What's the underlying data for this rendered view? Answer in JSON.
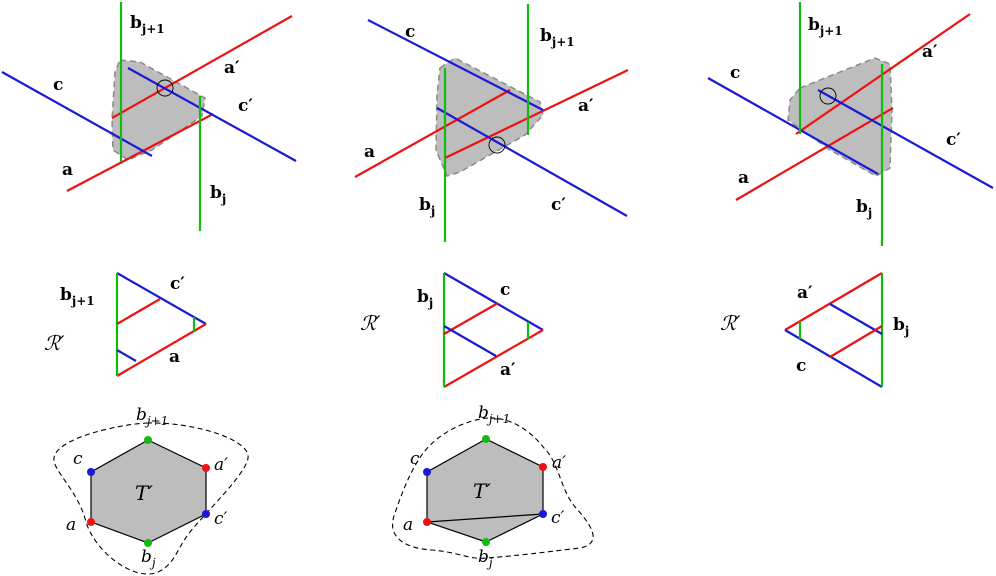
{
  "labels": {
    "a": "a",
    "a_prime": "a′",
    "c": "c",
    "c_prime": "c′",
    "b": "b",
    "sub_j": "j",
    "sub_j1": "j+1",
    "region_R": "ℛ′",
    "hull_T": "T′"
  },
  "colors": {
    "red": "#ee1111",
    "blue": "#1a1ad6",
    "green": "#11bb11",
    "region_fill": "#bdbdbd",
    "vertex_red": "#ee1111",
    "vertex_blue": "#1a1ad6",
    "vertex_green": "#11bb11"
  }
}
